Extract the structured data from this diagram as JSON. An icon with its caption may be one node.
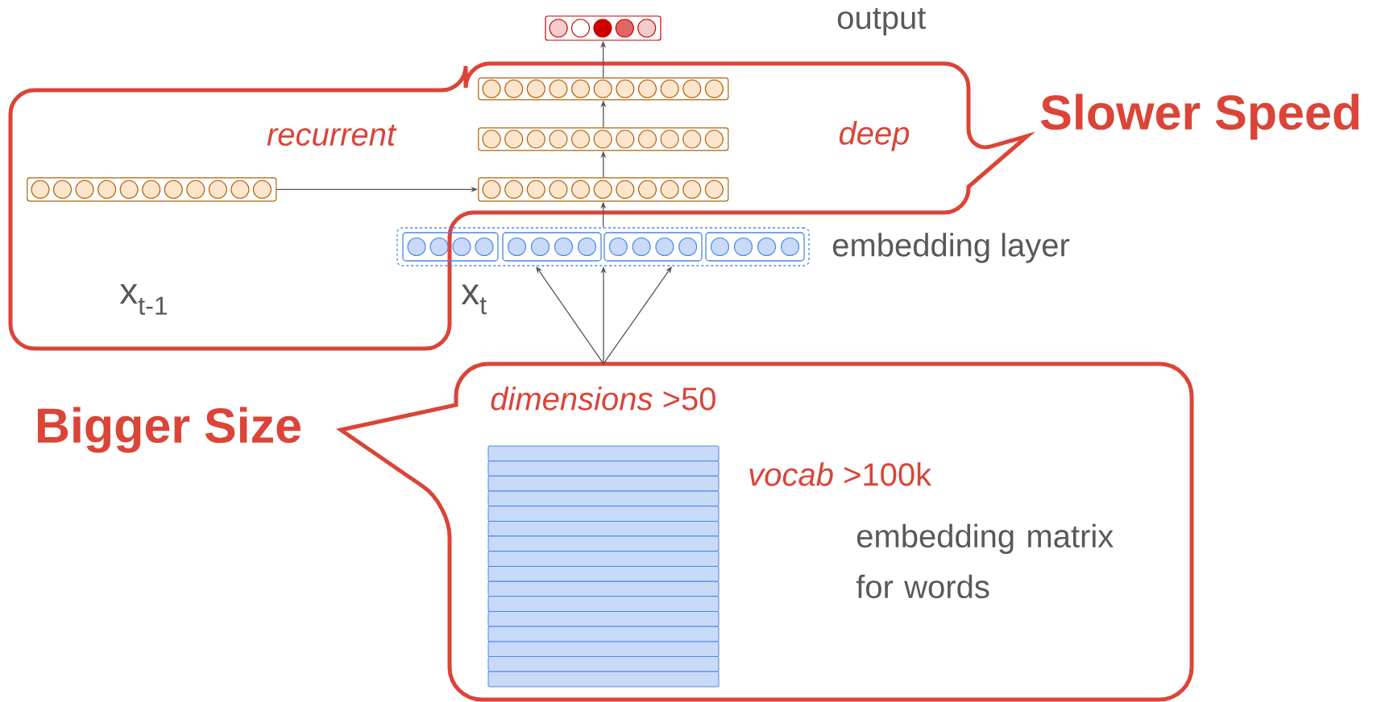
{
  "diagram": {
    "nodes": [
      {
        "text": [
          "recurrent",
          "deep",
          "Slower Speed"
        ]
      },
      {
        "text": [],
        "shape": "bar"
      },
      {
        "text": [],
        "shape": "bar",
        "in": 0
      },
      {
        "text": [],
        "shape": "bar",
        "in": 0
      },
      {
        "text": [],
        "shape": "bar",
        "in": 0
      },
      {
        "text": [],
        "shape": "bar",
        "in": 0
      },
      {
        "text": [],
        "shape": "bar",
        "beside": [
          "embedding layer"
        ]
      },
      {
        "text": [
          "Bigger Size",
          "*dimensions* >50",
          "*vocab* >100k",
          "embedding matrix for words"
        ]
      }
    ],
    "edges": [
      {
        "from": 2,
        "to": 1,
        "arrow": "to"
      },
      {
        "from": 3,
        "to": 2,
        "arrow": "to"
      },
      {
        "from": 4,
        "to": 3,
        "arrow": "to"
      },
      {
        "from": 6,
        "to": 4,
        "arrow": "to"
      },
      {
        "from": 5,
        "to": 4,
        "arrow": "to"
      },
      {
        "from": 7,
        "to": 6,
        "arrow": "to"
      },
      {
        "from": 7,
        "to": 6,
        "arrow": "to"
      },
      {
        "from": 7,
        "to": 6,
        "arrow": "to"
      }
    ],
    "labels": [
      "output",
      "x$_{t-1}$",
      "x$_{t}$"
    ]
  }
}
